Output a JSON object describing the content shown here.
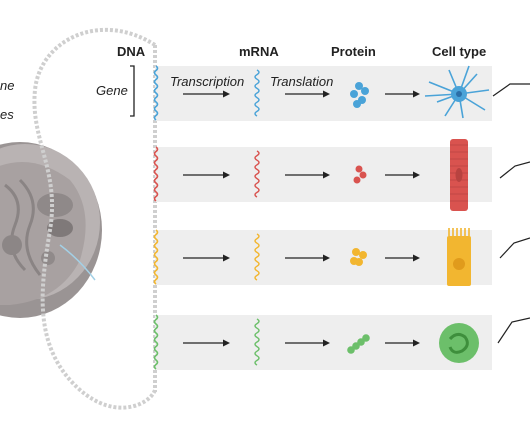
{
  "headers": {
    "dna": "DNA",
    "mrna": "mRNA",
    "protein": "Protein",
    "cell_type": "Cell type"
  },
  "side_text": {
    "gene": "Gene",
    "cut_1": "ne",
    "cut_2": "es"
  },
  "step_labels": {
    "transcription": "Transcription",
    "translation": "Translation"
  },
  "rows": [
    {
      "color": "#4aa3d8",
      "cell": "neuron-cell-icon"
    },
    {
      "color": "#d9534f",
      "cell": "muscle-cell-icon"
    },
    {
      "color": "#f2b630",
      "cell": "epithelial-cell-icon"
    },
    {
      "color": "#6cbf6a",
      "cell": "immune-cell-icon"
    }
  ],
  "colors": {
    "band": "#eeeeee",
    "arrow": "#222222",
    "chromosome": "#cfcfcf"
  }
}
